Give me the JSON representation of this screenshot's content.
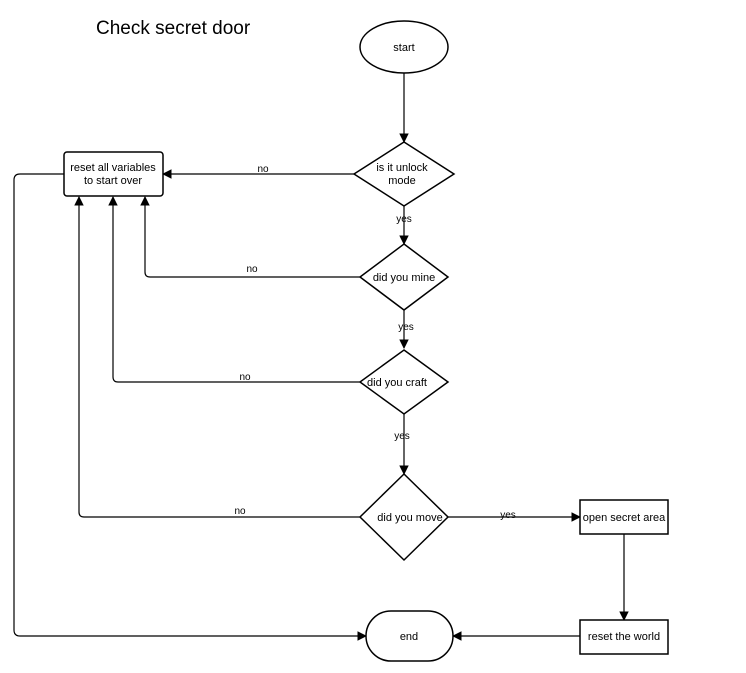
{
  "title": "Check secret door",
  "nodes": {
    "start": "start",
    "unlock_mode_line1": "is it unlock",
    "unlock_mode_line2": "mode",
    "mine": "did you mine",
    "craft": "did you craft",
    "move": "did you move",
    "reset_vars_line1": "reset all variables",
    "reset_vars_line2": "to start over",
    "open_secret": "open secret area",
    "reset_world": "reset the world",
    "end": "end"
  },
  "edge_labels": {
    "unlock_no": "no",
    "unlock_yes": "yes",
    "mine_no": "no",
    "mine_yes": "yes",
    "craft_no": "no",
    "craft_yes": "yes",
    "move_no": "no",
    "move_yes": "yes"
  }
}
